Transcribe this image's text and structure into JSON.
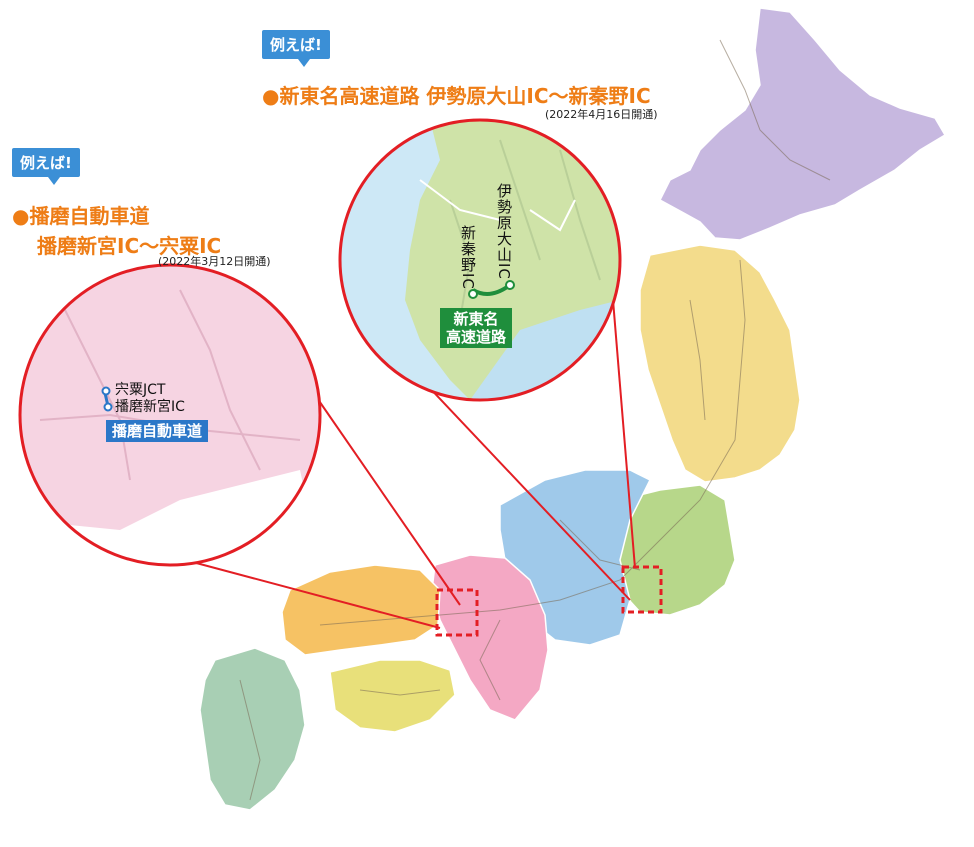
{
  "example_tag": "例えば!",
  "top_example": {
    "bullet": "●",
    "title": "新東名高速道路 伊勢原大山IC～新秦野IC",
    "date": "(2022年4月16日開通)",
    "inset": {
      "ic_east": "伊勢原大山IC",
      "ic_west": "新秦野IC",
      "road_line1": "新東名",
      "road_line2": "高速道路"
    }
  },
  "left_example": {
    "bullet": "●",
    "title_line1": "播磨自動車道",
    "title_line2": "播磨新宮IC～宍粟IC",
    "date": "(2022年3月12日開通)",
    "inset": {
      "label_top": "宍粟JCT",
      "label_bottom": "播磨新宮IC",
      "road": "播磨自動車道"
    }
  },
  "colors": {
    "accent_orange": "#ee7d16",
    "tag_blue": "#3b8fd6",
    "callout_red": "#e31e24",
    "road_green": "#1f8e3c",
    "road_blue": "#2b77c8",
    "hokkaido": "#c7b8e0",
    "tohoku": "#f3dc8c",
    "kanto": "#b7d78a",
    "chubu": "#9fc9ea",
    "kinki": "#f4a8c4",
    "chugoku": "#f6c264",
    "shikoku": "#e8e07a",
    "kyushu": "#a8cfb4"
  }
}
